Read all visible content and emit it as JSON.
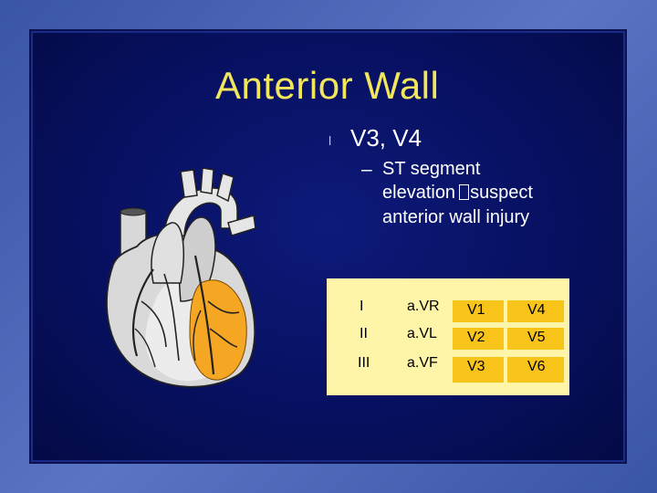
{
  "slide": {
    "title": "Anterior Wall",
    "bullet": "V3, V4",
    "sub_bullet": {
      "dash": "–",
      "line1": "ST segment",
      "line2_before": "elevation",
      "line2_after": "suspect",
      "line3": "anterior wall injury"
    }
  },
  "leads_table": {
    "cells": [
      {
        "id": "I",
        "label": "I"
      },
      {
        "id": "aVR",
        "label": "a.VR"
      },
      {
        "id": "V1",
        "label": "V1"
      },
      {
        "id": "V4",
        "label": "V4"
      },
      {
        "id": "II",
        "label": "II"
      },
      {
        "id": "aVL",
        "label": "a.VL"
      },
      {
        "id": "V2",
        "label": "V2"
      },
      {
        "id": "V5",
        "label": "V5"
      },
      {
        "id": "III",
        "label": "III"
      },
      {
        "id": "aVF",
        "label": "a.VF"
      },
      {
        "id": "V3",
        "label": "V3"
      },
      {
        "id": "V6",
        "label": "V6"
      }
    ],
    "highlighted": [
      "V1",
      "V2",
      "V3",
      "V4"
    ]
  },
  "colors": {
    "title": "#f2e65c",
    "table_background": "#fff5a8",
    "highlight": "#f8c41a",
    "injury_region": "#f5a623"
  },
  "image": {
    "icon": "heart-anatomy-illustration"
  }
}
